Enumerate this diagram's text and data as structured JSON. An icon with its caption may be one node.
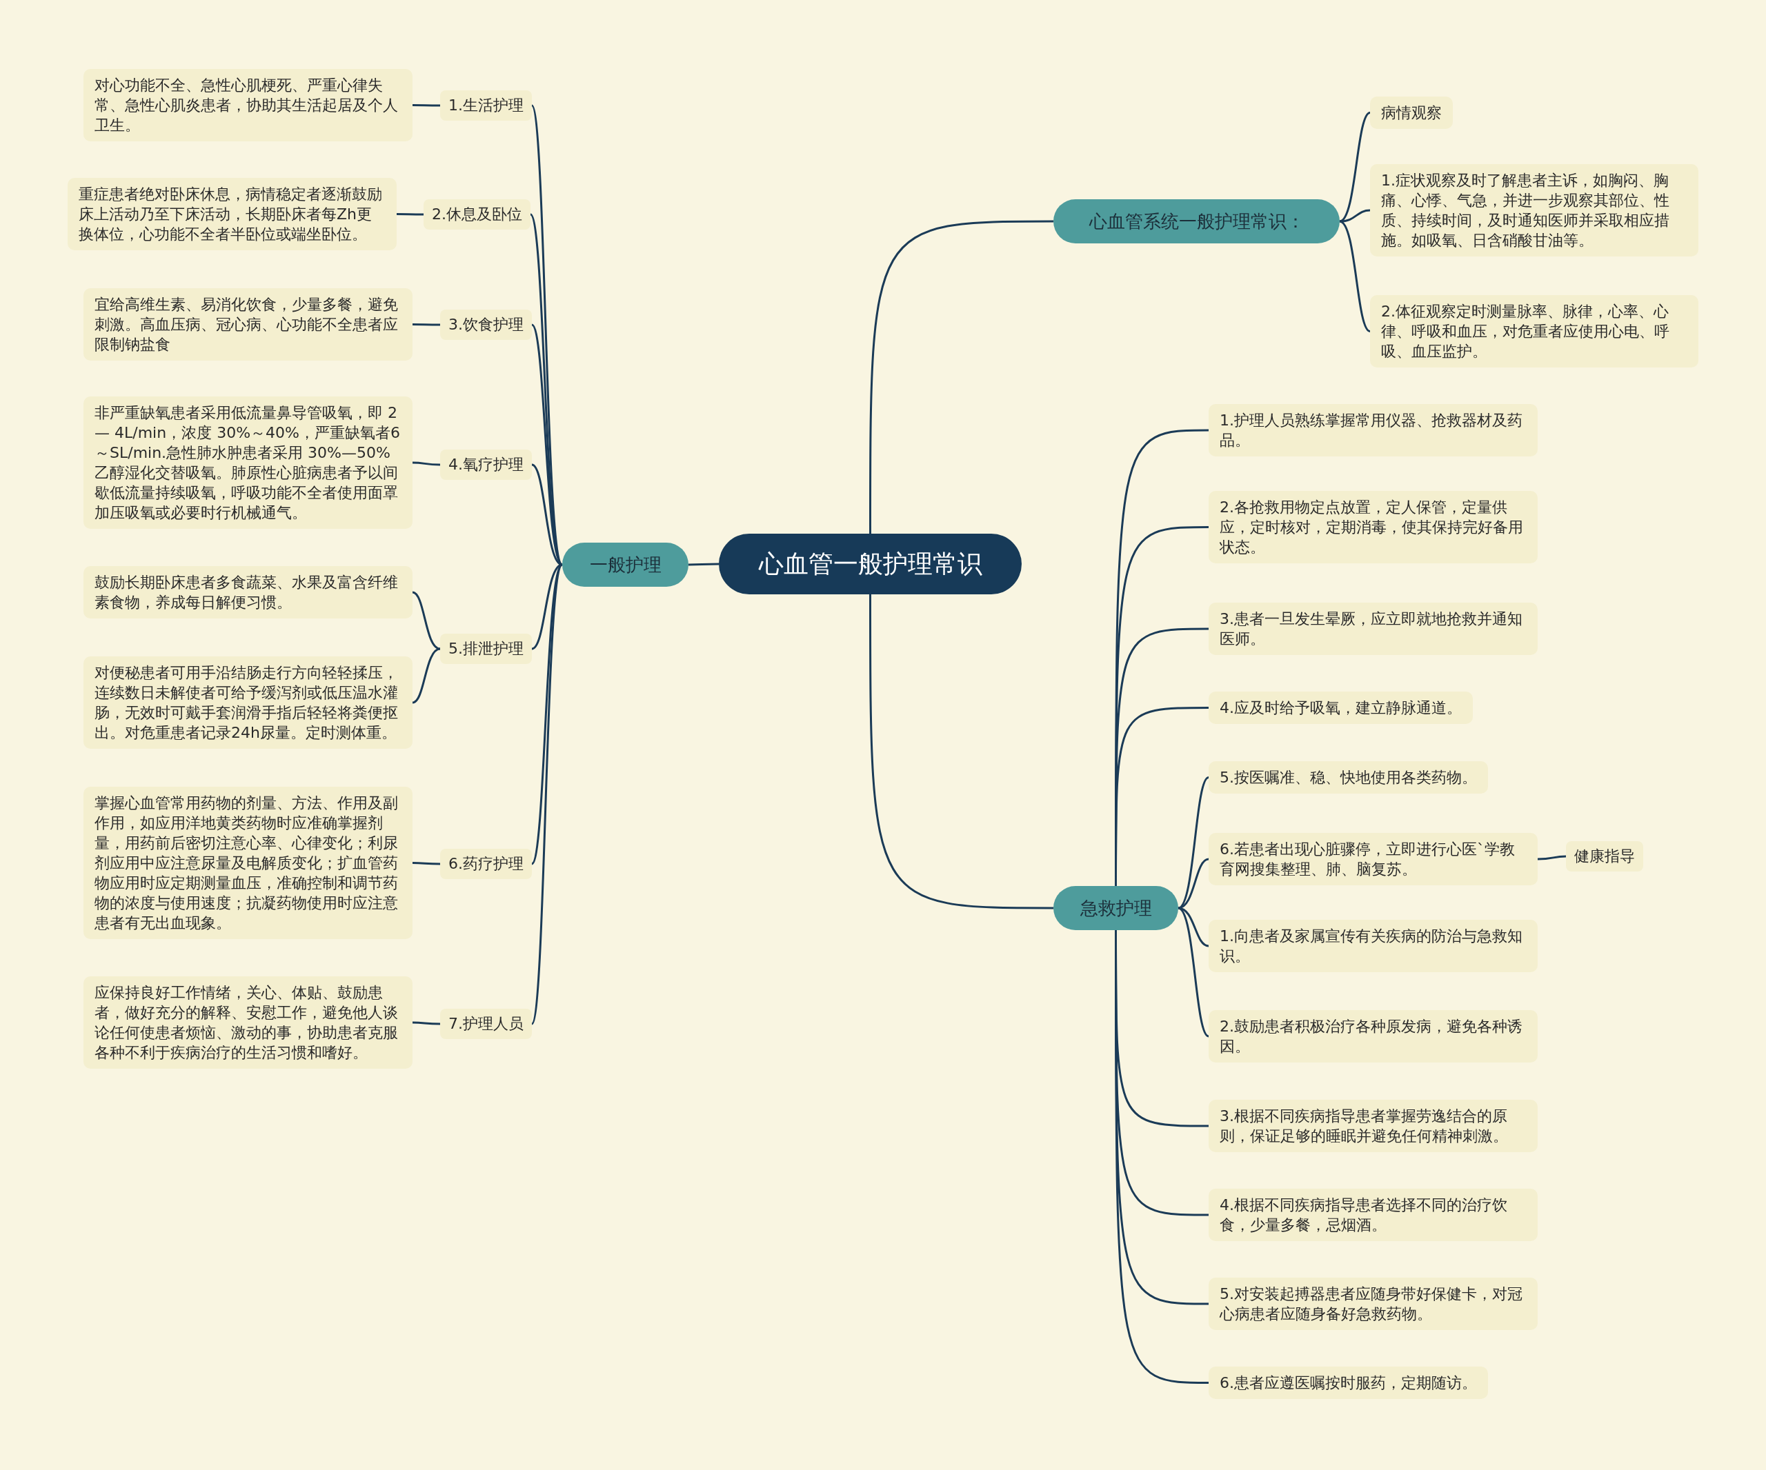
{
  "diagram": {
    "nodes": [
      {
        "text": [
          "心血管一般护理常识"
        ]
      },
      {
        "text": [
          "一般护理"
        ]
      },
      {
        "text": [
          "1.生活护理"
        ]
      },
      {
        "text": [
          "2.休息及卧位"
        ]
      },
      {
        "text": [
          "3.饮食护理"
        ]
      },
      {
        "text": [
          "4.氧疗护理"
        ]
      },
      {
        "text": [
          "5.排泄护理"
        ]
      },
      {
        "text": [
          "6.药疗护理"
        ]
      },
      {
        "text": [
          "7.护理人员"
        ]
      },
      {
        "text": [
          "对心功能不全、急性心肌梗死、严重心律失常、急性心肌炎患者，协助其生活起居及个人卫生。"
        ]
      },
      {
        "text": [
          "重症患者绝对卧床休息，病情稳定者逐渐鼓励床上活动乃至下床活动，长期卧床者每Zh更换体位，心功能不全者半卧位或端坐卧位。"
        ]
      },
      {
        "text": [
          "宜给高维生素、易消化饮食，少量多餐，避免刺激。高血压病、冠心病、心功能不全患者应限制钠盐食"
        ]
      },
      {
        "text": [
          "非严重缺氧患者采用低流量鼻导管吸氧，即 2— 4L/min，浓度 30%～40%，严重缺氧者6～SL/min.急性肺水肿患者采用 30%—50%乙醇湿化交替吸氧。肺原性心脏病患者予以间歇低流量持续吸氧，呼吸功能不全者使用面罩加压吸氧或必要时行机械通气。"
        ]
      },
      {
        "text": [
          "鼓励长期卧床患者多食蔬菜、水果及富含纤维素食物，养成每日解便习惯。"
        ]
      },
      {
        "text": [
          "对便秘患者可用手沿结肠走行方向轻轻揉压，连续数日未解使者可给予缓泻剂或低压温水灌肠，无效时可戴手套润滑手指后轻轻将粪便抠出。对危重患者记录24h尿量。定时测体重。"
        ]
      },
      {
        "text": [
          "掌握心血管常用药物的剂量、方法、作用及副作用，如应用洋地黄类药物时应准确掌握剂量，用药前后密切注意心率、心律变化；利尿剂应用中应注意尿量及电解质变化；扩血管药物应用时应定期测量血压，准确控制和调节药物的浓度与使用速度；抗凝药物使用时应注意患者有无出血现象。"
        ]
      },
      {
        "text": [
          "应保持良好工作情绪，关心、体贴、鼓励患者，做好充分的解释、安慰工作，避免他人谈论任何使患者烦恼、激动的事，协助患者克服各种不利于疾病治疗的生活习惯和嗜好。"
        ]
      },
      {
        "text": [
          "心血管系统一般护理常识："
        ]
      },
      {
        "text": [
          "病情观察"
        ]
      },
      {
        "text": [
          "1.症状观察及时了解患者主诉，如胸闷、胸痛、心悸、气急，并进一步观察其部位、性质、持续时间，及时通知医师并采取相应措施。如吸氧、日含硝酸甘油等。"
        ]
      },
      {
        "text": [
          "2.体征观察定时测量脉率、脉律，心率、心律、呼吸和血压，对危重者应使用心电、呼吸、血压监护。"
        ]
      },
      {
        "text": [
          "急救护理"
        ]
      },
      {
        "text": [
          "1.护理人员熟练掌握常用仪器、抢救器材及药品。"
        ]
      },
      {
        "text": [
          "2.各抢救用物定点放置，定人保管，定量供应，定时核对，定期消毒，使其保持完好备用状态。"
        ]
      },
      {
        "text": [
          "3.患者一旦发生晕厥，应立即就地抢救并通知医师。"
        ]
      },
      {
        "text": [
          "4.应及时给予吸氧，建立静脉通道。"
        ]
      },
      {
        "text": [
          "5.按医嘱准、稳、快地使用各类药物。"
        ]
      },
      {
        "text": [
          "6.若患者出现心脏骤停，立即进行心医`学教育网搜集整理、肺、脑复苏。"
        ]
      },
      {
        "text": [
          "健康指导"
        ]
      },
      {
        "text": [
          "1.向患者及家属宣传有关疾病的防治与急救知识。"
        ]
      },
      {
        "text": [
          "2.鼓励患者积极治疗各种原发病，避免各种诱因。"
        ]
      },
      {
        "text": [
          "3.根据不同疾病指导患者掌握劳逸结合的原则，保证足够的睡眠并避免任何精神刺激。"
        ]
      },
      {
        "text": [
          "4.根据不同疾病指导患者选择不同的治疗饮食，少量多餐，忌烟酒。"
        ]
      },
      {
        "text": [
          "5.对安装起搏器患者应随身带好保健卡，对冠心病患者应随身备好急救药物。"
        ]
      },
      {
        "text": [
          "6.患者应遵医嘱按时服药，定期随访。"
        ]
      }
    ],
    "edges": [
      {
        "from": 0,
        "to": 1,
        "arrow": "none"
      },
      {
        "from": 1,
        "to": 2,
        "arrow": "none"
      },
      {
        "from": 1,
        "to": 3,
        "arrow": "none"
      },
      {
        "from": 1,
        "to": 4,
        "arrow": "none"
      },
      {
        "from": 1,
        "to": 5,
        "arrow": "none"
      },
      {
        "from": 1,
        "to": 6,
        "arrow": "none"
      },
      {
        "from": 1,
        "to": 7,
        "arrow": "none"
      },
      {
        "from": 1,
        "to": 8,
        "arrow": "none"
      },
      {
        "from": 2,
        "to": 9,
        "arrow": "none"
      },
      {
        "from": 3,
        "to": 10,
        "arrow": "none"
      },
      {
        "from": 4,
        "to": 11,
        "arrow": "none"
      },
      {
        "from": 5,
        "to": 12,
        "arrow": "none"
      },
      {
        "from": 6,
        "to": 13,
        "arrow": "none"
      },
      {
        "from": 6,
        "to": 14,
        "arrow": "none"
      },
      {
        "from": 7,
        "to": 15,
        "arrow": "none"
      },
      {
        "from": 8,
        "to": 16,
        "arrow": "none"
      },
      {
        "from": 0,
        "to": 17,
        "arrow": "none"
      },
      {
        "from": 17,
        "to": 18,
        "arrow": "none"
      },
      {
        "from": 17,
        "to": 19,
        "arrow": "none"
      },
      {
        "from": 17,
        "to": 20,
        "arrow": "none"
      },
      {
        "from": 0,
        "to": 21,
        "arrow": "none"
      },
      {
        "from": 21,
        "to": 22,
        "arrow": "none"
      },
      {
        "from": 21,
        "to": 23,
        "arrow": "none"
      },
      {
        "from": 21,
        "to": 24,
        "arrow": "none"
      },
      {
        "from": 21,
        "to": 25,
        "arrow": "none"
      },
      {
        "from": 21,
        "to": 26,
        "arrow": "none"
      },
      {
        "from": 21,
        "to": 27,
        "arrow": "none"
      },
      {
        "from": 27,
        "to": 28,
        "arrow": "none"
      },
      {
        "from": 21,
        "to": 29,
        "arrow": "none"
      },
      {
        "from": 21,
        "to": 30,
        "arrow": "none"
      },
      {
        "from": 21,
        "to": 31,
        "arrow": "none"
      },
      {
        "from": 21,
        "to": 32,
        "arrow": "none"
      },
      {
        "from": 21,
        "to": 33,
        "arrow": "none"
      },
      {
        "from": 21,
        "to": 34,
        "arrow": "none"
      }
    ]
  }
}
